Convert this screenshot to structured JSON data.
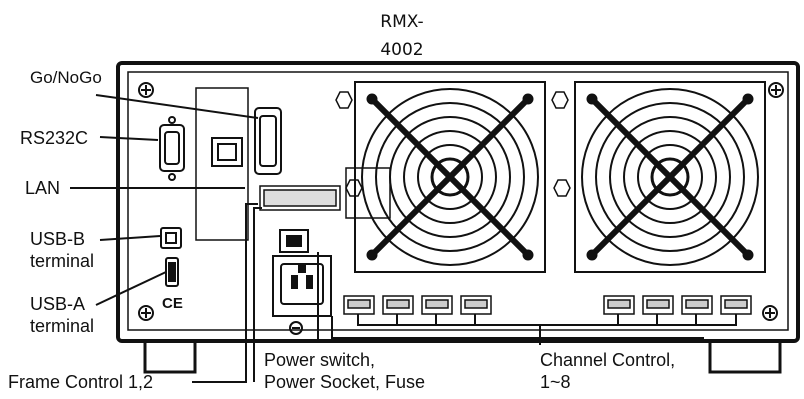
{
  "title": {
    "line1": "RMX-",
    "line2": "4002"
  },
  "labels": {
    "go_nogo": "Go/NoGo",
    "rs232c": "RS232C",
    "lan": "LAN",
    "usb_b_line1": "USB-B",
    "usb_b_line2": "terminal",
    "usb_a_line1": "USB-A",
    "usb_a_line2": "terminal",
    "frame_control": "Frame Control 1,2",
    "power_line1": "Power switch,",
    "power_line2": "Power Socket, Fuse",
    "channel_line1": "Channel Control,",
    "channel_line2": "1~8"
  },
  "panel_marks": {
    "ce_mark": "CE"
  },
  "colors": {
    "line": "#111111",
    "panel_bg": "#ffffff"
  }
}
